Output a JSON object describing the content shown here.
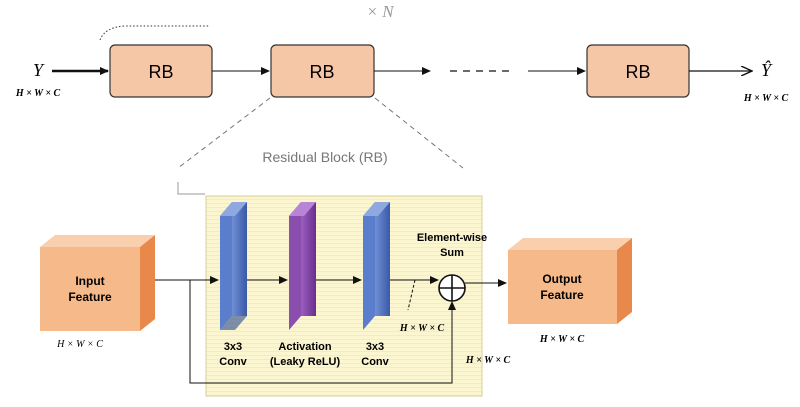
{
  "top": {
    "repeat_label": "× N",
    "input_symbol": "Y",
    "input_dims": "H × W × C",
    "blocks": [
      "RB",
      "RB",
      "RB"
    ],
    "output_symbol": "Ŷ",
    "output_dims": "H × W × C"
  },
  "detail": {
    "caption": "Residual Block (RB)",
    "input_feature": {
      "line1": "Input",
      "line2": "Feature",
      "dims": "H × W × C"
    },
    "conv1": {
      "line1": "3x3",
      "line2": "Conv"
    },
    "activation": {
      "line1": "Activation",
      "line2": "(Leaky ReLU)"
    },
    "conv2": {
      "line1": "3x3",
      "line2": "Conv"
    },
    "sum": {
      "line1": "Element-wise",
      "line2": "Sum"
    },
    "mid_dims": "H × W × C",
    "skip_dims": "H × W × C",
    "output_feature": {
      "line1": "Output",
      "line2": "Feature",
      "dims": "H × W × C"
    }
  },
  "colors": {
    "rb_fill": "#f6c7a6",
    "feature_front": "#f5b98a",
    "feature_side": "#e8884a",
    "feature_top": "#f9cfae",
    "conv": "#4a6fbf",
    "activation": "#7a3f9e",
    "panel": "#fbf6d0"
  }
}
